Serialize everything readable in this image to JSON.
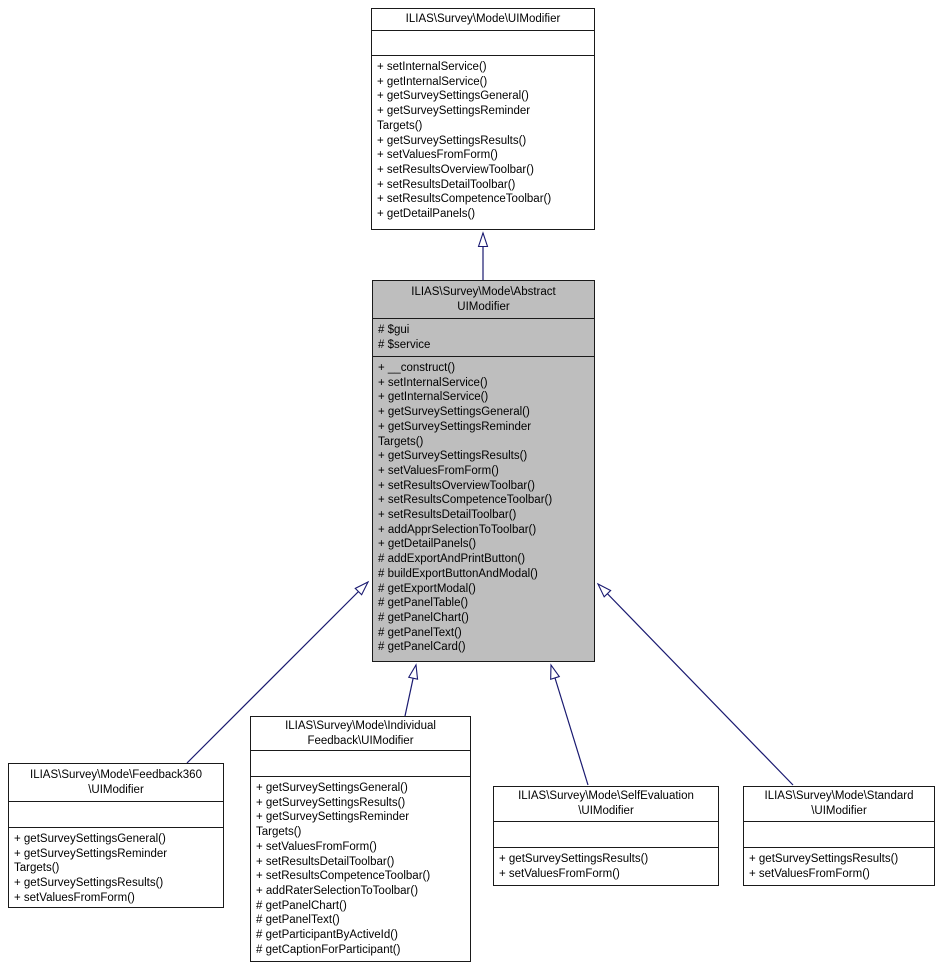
{
  "theme": {
    "background": "#ffffff",
    "box_fill": "#ffffff",
    "highlight_fill": "#bebebe",
    "box_border": "#1a1a1a",
    "text_color": "#000000",
    "arrow_color": "#191970"
  },
  "classes": {
    "uimodifier": {
      "title_lines": [
        "ILIAS\\Survey\\Mode\\UIModifier"
      ],
      "attributes": [],
      "methods": [
        "+ setInternalService()",
        "+ getInternalService()",
        "+ getSurveySettingsGeneral()",
        "+ getSurveySettingsReminder",
        "Targets()",
        "+ getSurveySettingsResults()",
        "+ setValuesFromForm()",
        "+ setResultsOverviewToolbar()",
        "+ setResultsDetailToolbar()",
        "+ setResultsCompetenceToolbar()",
        "+ getDetailPanels()"
      ]
    },
    "abstract_uimodifier": {
      "title_lines": [
        "ILIAS\\Survey\\Mode\\Abstract",
        "UIModifier"
      ],
      "attributes": [
        "# $gui",
        "# $service"
      ],
      "methods": [
        "+ __construct()",
        "+ setInternalService()",
        "+ getInternalService()",
        "+ getSurveySettingsGeneral()",
        "+ getSurveySettingsReminder",
        "Targets()",
        "+ getSurveySettingsResults()",
        "+ setValuesFromForm()",
        "+ setResultsOverviewToolbar()",
        "+ setResultsCompetenceToolbar()",
        "+ setResultsDetailToolbar()",
        "+ addApprSelectionToToolbar()",
        "+ getDetailPanels()",
        "# addExportAndPrintButton()",
        "# buildExportButtonAndModal()",
        "# getExportModal()",
        "# getPanelTable()",
        "# getPanelChart()",
        "# getPanelText()",
        "# getPanelCard()"
      ]
    },
    "feedback360": {
      "title_lines": [
        "ILIAS\\Survey\\Mode\\Feedback360",
        "\\UIModifier"
      ],
      "attributes": [],
      "methods": [
        "+ getSurveySettingsGeneral()",
        "+ getSurveySettingsReminder",
        "Targets()",
        "+ getSurveySettingsResults()",
        "+ setValuesFromForm()"
      ]
    },
    "individual_feedback": {
      "title_lines": [
        "ILIAS\\Survey\\Mode\\Individual",
        "Feedback\\UIModifier"
      ],
      "attributes": [],
      "methods": [
        "+ getSurveySettingsGeneral()",
        "+ getSurveySettingsResults()",
        "+ getSurveySettingsReminder",
        "Targets()",
        "+ setValuesFromForm()",
        "+ setResultsDetailToolbar()",
        "+ setResultsCompetenceToolbar()",
        "+ addRaterSelectionToToolbar()",
        "# getPanelChart()",
        "# getPanelText()",
        "# getParticipantByActiveId()",
        "# getCaptionForParticipant()"
      ]
    },
    "self_evaluation": {
      "title_lines": [
        "ILIAS\\Survey\\Mode\\SelfEvaluation",
        "\\UIModifier"
      ],
      "attributes": [],
      "methods": [
        "+ getSurveySettingsResults()",
        "+ setValuesFromForm()"
      ]
    },
    "standard": {
      "title_lines": [
        "ILIAS\\Survey\\Mode\\Standard",
        "\\UIModifier"
      ],
      "attributes": [],
      "methods": [
        "+ getSurveySettingsResults()",
        "+ setValuesFromForm()"
      ]
    }
  },
  "relations": [
    {
      "from": "abstract_uimodifier",
      "to": "uimodifier",
      "type": "inheritance"
    },
    {
      "from": "feedback360",
      "to": "abstract_uimodifier",
      "type": "inheritance"
    },
    {
      "from": "individual_feedback",
      "to": "abstract_uimodifier",
      "type": "inheritance"
    },
    {
      "from": "self_evaluation",
      "to": "abstract_uimodifier",
      "type": "inheritance"
    },
    {
      "from": "standard",
      "to": "abstract_uimodifier",
      "type": "inheritance"
    }
  ]
}
